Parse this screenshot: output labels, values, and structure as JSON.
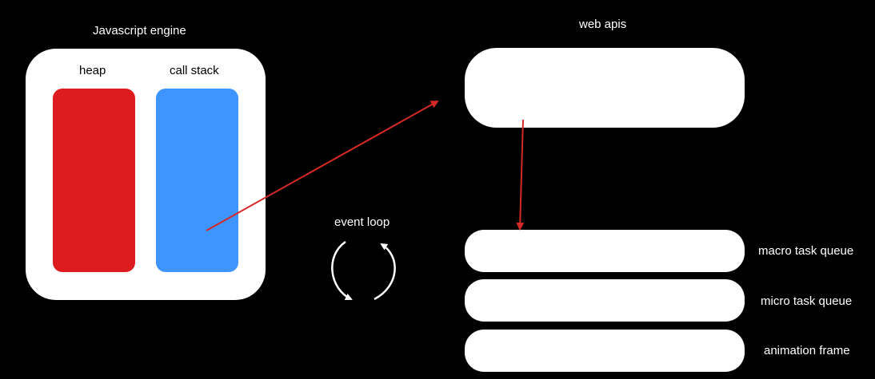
{
  "engine": {
    "title": "Javascript engine",
    "heap_label": "heap",
    "call_stack_label": "call stack",
    "heap_color": "#dd1c1f",
    "call_stack_color": "#3f95ff"
  },
  "web_apis": {
    "title": "web apis"
  },
  "event_loop": {
    "label": "event loop",
    "icon": "cycle-arrows-icon"
  },
  "queues": [
    {
      "label": "macro task queue"
    },
    {
      "label": "micro task queue"
    },
    {
      "label": "animation frame"
    }
  ],
  "arrows": {
    "color": "#d42a27"
  }
}
